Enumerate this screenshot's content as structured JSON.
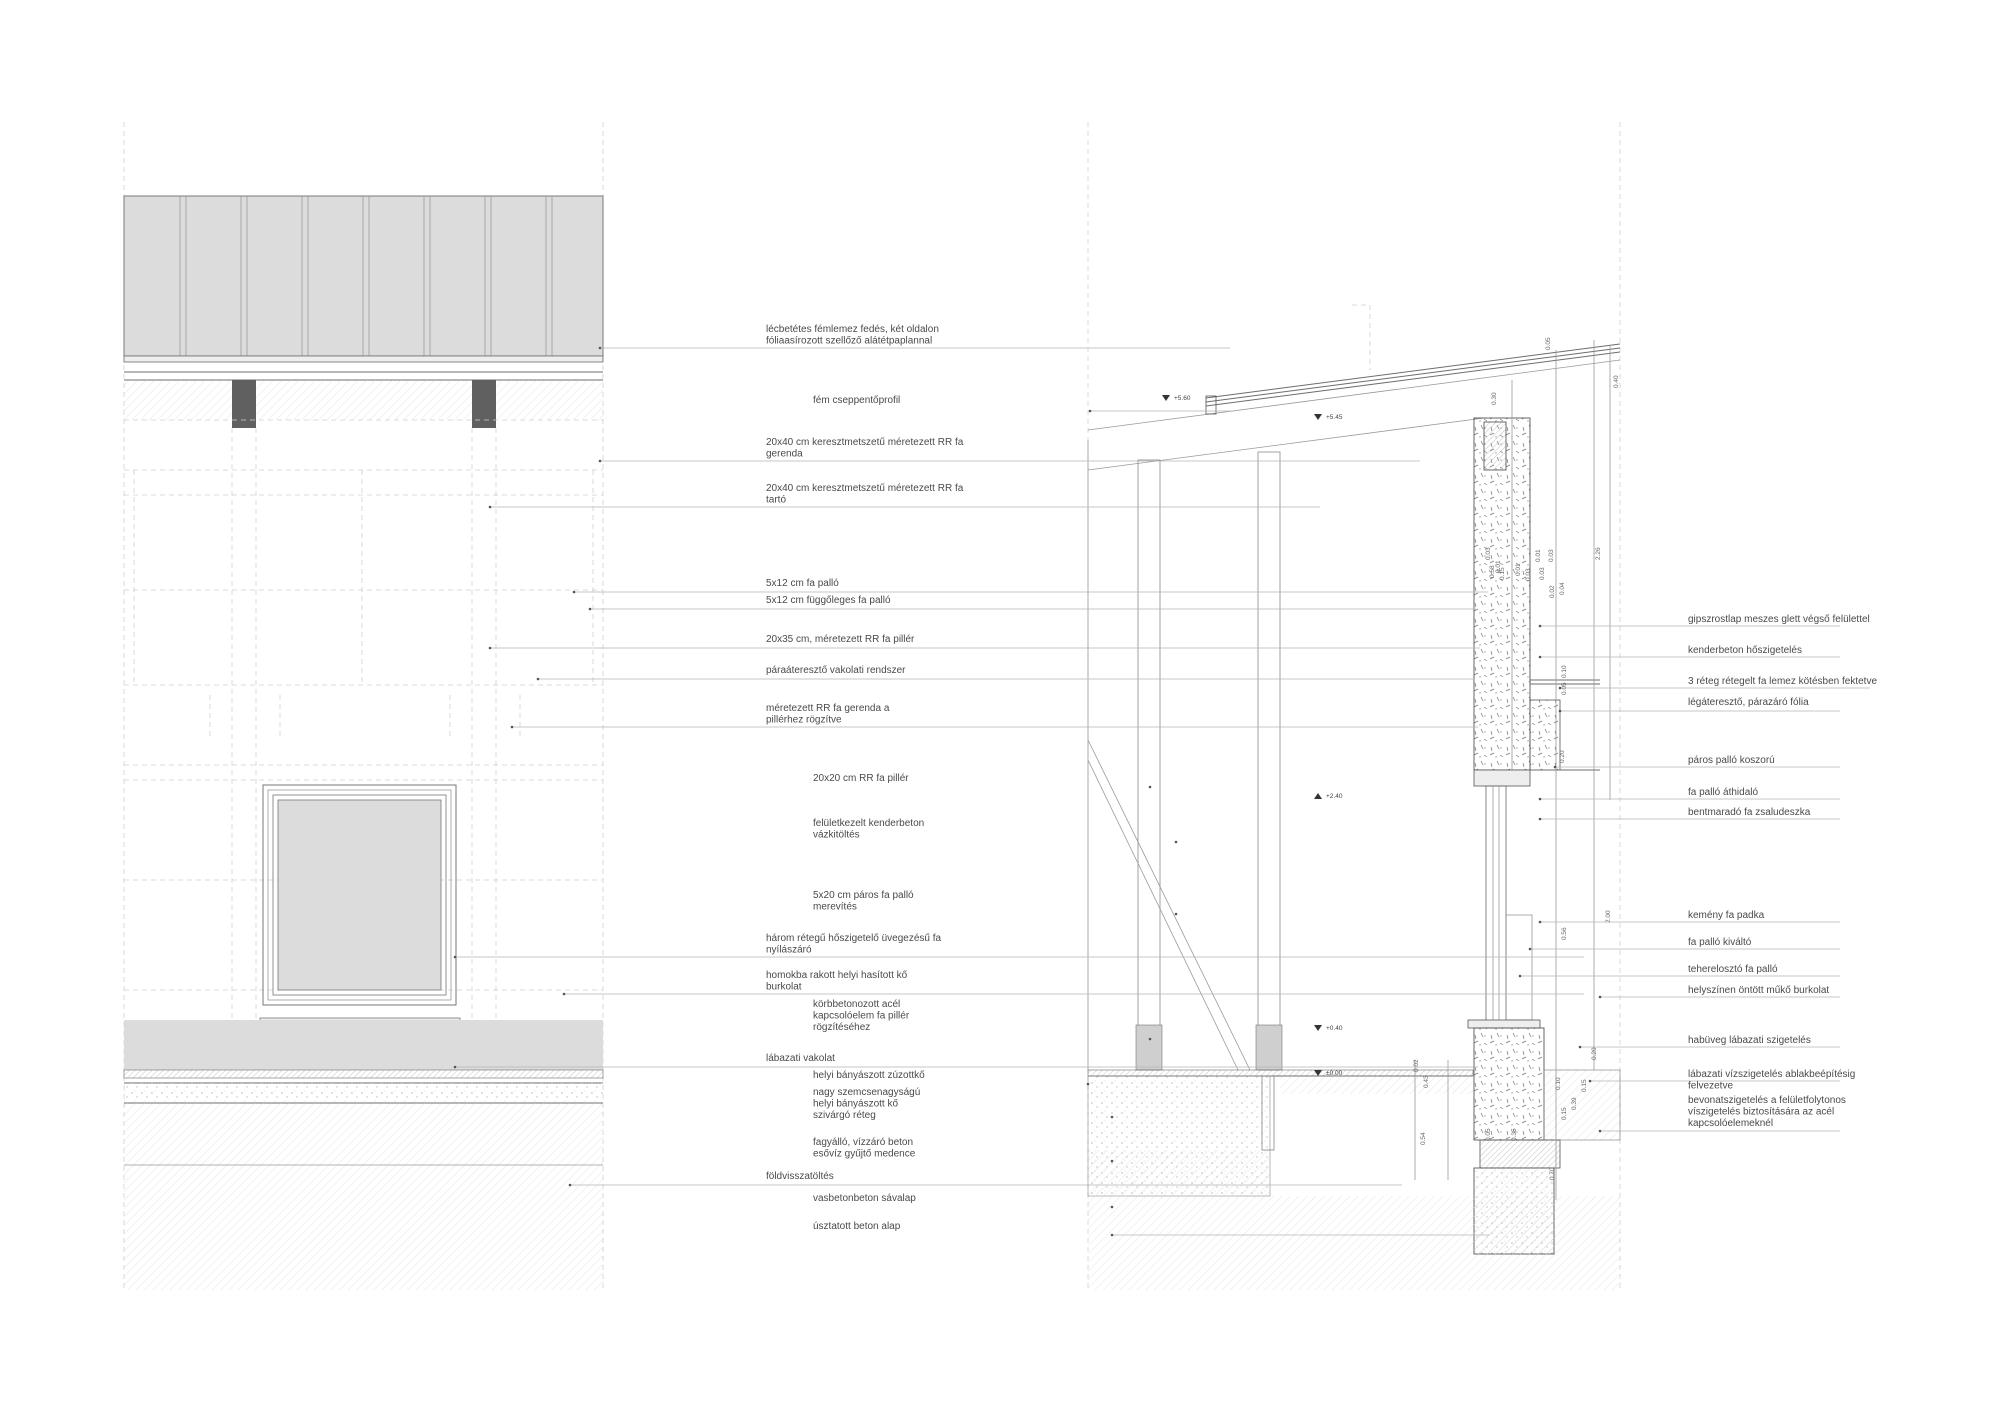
{
  "elevation": {
    "labels": [
      {
        "lines": [
          "lécbetétes fémlemez fedés, két oldalon",
          "fóliaasírozott szellőző alátétpaplannal"
        ]
      },
      {
        "lines": [
          "fém cseppentőprofil"
        ]
      },
      {
        "lines": [
          "20x40 cm keresztmetszetű méretezett RR fa",
          "gerenda"
        ]
      },
      {
        "lines": [
          "20x40 cm keresztmetszetű méretezett RR fa",
          "tartó"
        ]
      },
      {
        "lines": [
          "5x12 cm fa palló"
        ]
      },
      {
        "lines": [
          "5x12 cm függőleges fa palló"
        ]
      },
      {
        "lines": [
          "20x35 cm, méretezett RR fa pillér"
        ]
      },
      {
        "lines": [
          "páraáteresztő vakolati rendszer"
        ]
      },
      {
        "lines": [
          "méretezett RR fa gerenda a",
          "pillérhez rögzítve"
        ]
      },
      {
        "lines": [
          "20x20 cm RR fa pillér"
        ]
      },
      {
        "lines": [
          "felületkezelt kenderbeton",
          "vázkitöltés"
        ]
      },
      {
        "lines": [
          "5x20 cm páros fa palló",
          "merevítés"
        ]
      },
      {
        "lines": [
          "három rétegű hőszigetelő üvegezésű fa",
          "nyílászáró"
        ]
      },
      {
        "lines": [
          "homokba rakott helyi hasított kő",
          "burkolat"
        ]
      },
      {
        "lines": [
          "körbbetonozott acél",
          "kapcsolóelem fa pillér",
          "rögzítéséhez"
        ]
      },
      {
        "lines": [
          "lábazati vakolat"
        ]
      },
      {
        "lines": [
          "helyi bányászott zúzottkő"
        ]
      },
      {
        "lines": [
          "nagy szemcsenagyságú",
          "helyi bányászott kő",
          "szivárgó réteg"
        ]
      },
      {
        "lines": [
          "fagyálló, vízzáró beton",
          "esővíz gyűjtő medence"
        ]
      },
      {
        "lines": [
          "földvisszatöltés"
        ]
      },
      {
        "lines": [
          "vasbetonbeton sávalap"
        ]
      },
      {
        "lines": [
          "úsztatott beton alap"
        ]
      }
    ]
  },
  "section": {
    "labels": [
      {
        "lines": [
          "gipszrostlap meszes glett végső felülettel"
        ]
      },
      {
        "lines": [
          "kenderbeton hőszigetelés"
        ]
      },
      {
        "lines": [
          "3 réteg rétegelt fa lemez kötésben fektetve"
        ]
      },
      {
        "lines": [
          "légáteresztő, párazáró fólia"
        ]
      },
      {
        "lines": [
          "páros palló koszorú"
        ]
      },
      {
        "lines": [
          "fa palló áthidaló"
        ]
      },
      {
        "lines": [
          "bentmaradó fa zsaludeszka"
        ]
      },
      {
        "lines": [
          "kemény fa padka"
        ]
      },
      {
        "lines": [
          "fa palló kiváltó"
        ]
      },
      {
        "lines": [
          "teherelosztó fa palló"
        ]
      },
      {
        "lines": [
          "helyszínen öntött műkő burkolat"
        ]
      },
      {
        "lines": [
          "habüveg lábazati szigetelés"
        ]
      },
      {
        "lines": [
          "lábazati vízszigetelés ablakbeépítésig",
          "felvezetve"
        ]
      },
      {
        "lines": [
          "bevonatszigetelés a felületfolytonos",
          "víszigetelés biztosítására az acél",
          "kapcsolóelemeknél"
        ]
      }
    ],
    "levels": [
      "+5.60",
      "+5.45",
      "+2.40",
      "+0.40",
      "±0.00"
    ],
    "dimensions": [
      "0.40",
      "0.30",
      "2.26",
      "0.05",
      "0.03",
      "0.03",
      "0.01",
      "0.01",
      "0.10",
      "0.05",
      "0.58",
      "0.15",
      "0.03",
      "0.02",
      "0.04",
      "0.01",
      "0.03",
      "0.20",
      "2.00",
      "0.56",
      "0.70",
      "0.05",
      "0.35",
      "0.10",
      "0.02",
      "0.43",
      "0.54",
      "0.20",
      "0.15",
      "0.39",
      "0.15"
    ]
  },
  "colors": {
    "line": "#6d6d6d",
    "grey_fill": "#dcdcdc",
    "dark_fill": "#606060",
    "label_text": "#4a4a4a"
  }
}
